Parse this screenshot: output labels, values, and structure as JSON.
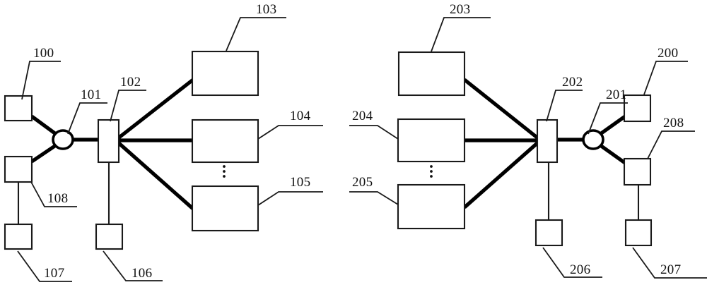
{
  "diagram": {
    "title": "Network topology block diagram",
    "stroke_color": "#1a1a1a",
    "fill_color": "#ffffff",
    "background": "#ffffff",
    "left_cluster": {
      "name": "left-topology",
      "nodes": [
        {
          "ref": "100",
          "shape": "square",
          "label": "100"
        },
        {
          "ref": "101",
          "shape": "ellipse",
          "label": "101"
        },
        {
          "ref": "102",
          "shape": "rectangle-vertical",
          "label": "102"
        },
        {
          "ref": "103",
          "shape": "rectangle-wide",
          "label": "103"
        },
        {
          "ref": "104",
          "shape": "rectangle-wide",
          "label": "104"
        },
        {
          "ref": "105",
          "shape": "rectangle-wide",
          "label": "105"
        },
        {
          "ref": "106",
          "shape": "square",
          "label": "106"
        },
        {
          "ref": "107",
          "shape": "square",
          "label": "107"
        },
        {
          "ref": "108",
          "shape": "square",
          "label": "108"
        }
      ],
      "ellipsis": "vertical-dots"
    },
    "right_cluster": {
      "name": "right-topology",
      "nodes": [
        {
          "ref": "200",
          "shape": "square",
          "label": "200"
        },
        {
          "ref": "201",
          "shape": "ellipse",
          "label": "201"
        },
        {
          "ref": "202",
          "shape": "rectangle-vertical",
          "label": "202"
        },
        {
          "ref": "203",
          "shape": "rectangle-wide",
          "label": "203"
        },
        {
          "ref": "204",
          "shape": "rectangle-wide",
          "label": "204"
        },
        {
          "ref": "205",
          "shape": "rectangle-wide",
          "label": "205"
        },
        {
          "ref": "206",
          "shape": "square",
          "label": "206"
        },
        {
          "ref": "207",
          "shape": "square",
          "label": "207"
        },
        {
          "ref": "208",
          "shape": "square",
          "label": "208"
        }
      ],
      "ellipsis": "vertical-dots"
    },
    "labels": {
      "l100": "100",
      "l101": "101",
      "l102": "102",
      "l103": "103",
      "l104": "104",
      "l105": "105",
      "l106": "106",
      "l107": "107",
      "l108": "108",
      "r200": "200",
      "r201": "201",
      "r202": "202",
      "r203": "203",
      "r204": "204",
      "r205": "205",
      "r206": "206",
      "r207": "207",
      "r208": "208"
    }
  }
}
